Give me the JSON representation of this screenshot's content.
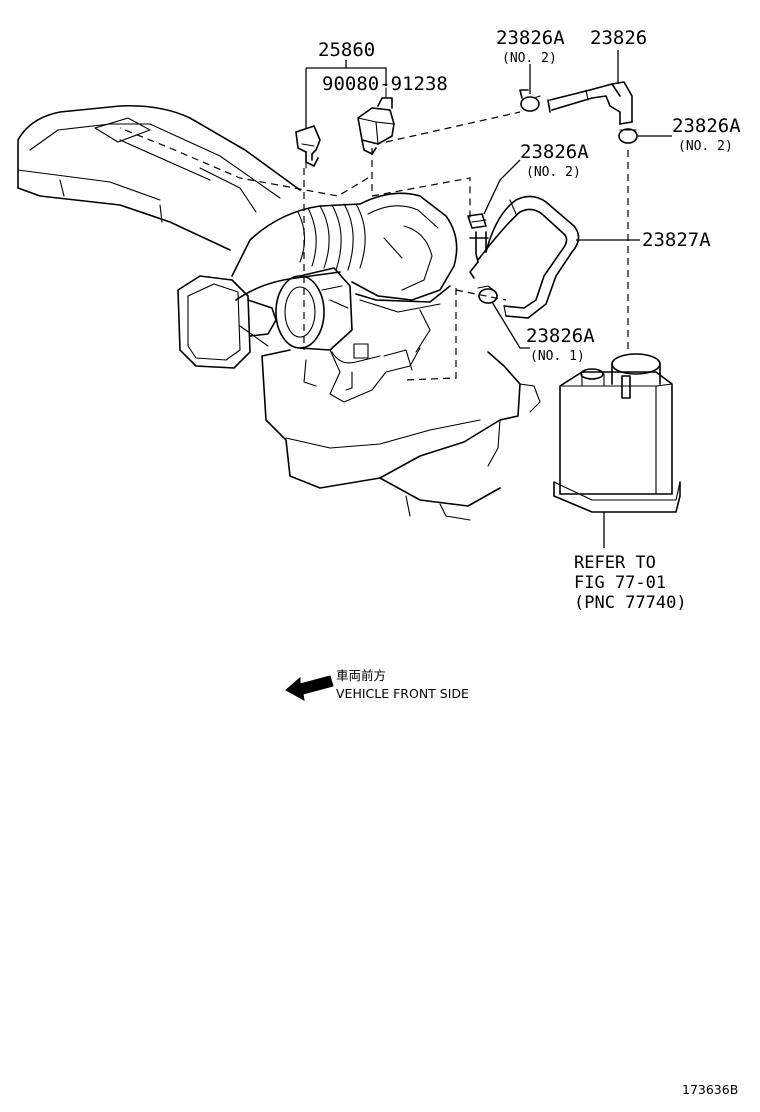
{
  "labels": {
    "p25860": "25860",
    "p90080": "90080-91238",
    "p23826A_top": "23826A",
    "p23826A_top_no": "(NO. 2)",
    "p23826": "23826",
    "p23826A_right": "23826A",
    "p23826A_right_no": "(NO. 2)",
    "p23826A_mid": "23826A",
    "p23826A_mid_no": "(NO. 2)",
    "p23827A": "23827A",
    "p23826A_low": "23826A",
    "p23826A_low_no": "(NO. 1)"
  },
  "refer": {
    "line1": "REFER TO",
    "line2": "FIG 77-01",
    "line3": "(PNC 77740)"
  },
  "direction": {
    "jp": "車両前方",
    "en": "VEHICLE FRONT SIDE",
    "icon": "front-arrow-icon"
  },
  "figure_id": "173636B"
}
